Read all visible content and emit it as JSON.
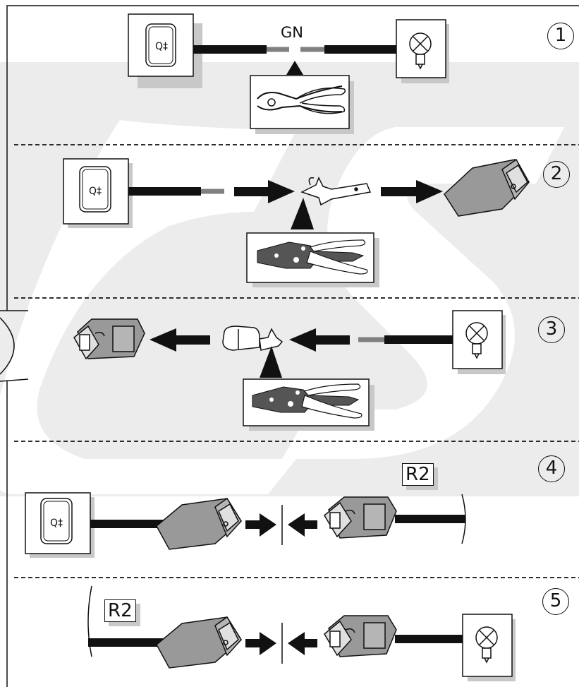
{
  "labels": {
    "wire_color": "GN"
  },
  "steps": [
    {
      "number": "1"
    },
    {
      "number": "2"
    },
    {
      "number": "3"
    },
    {
      "number": "4",
      "tag": "R2"
    },
    {
      "number": "5",
      "tag": "R2"
    }
  ],
  "icons": {
    "switch": "fog-light-switch-icon",
    "lamp": "bulb-lamp-icon",
    "cutter": "wire-cutter-icon",
    "crimper": "crimping-tool-icon",
    "male_terminal": "flat-terminal-icon",
    "female_terminal": "female-terminal-icon",
    "male_housing": "connector-housing-icon",
    "female_housing": "connector-socket-icon"
  },
  "colors": {
    "wire": "#111111",
    "wire_end": "#808080",
    "connector": "#999999",
    "panel_shadow": "#c8c8c8",
    "watermark": "#ececec"
  }
}
